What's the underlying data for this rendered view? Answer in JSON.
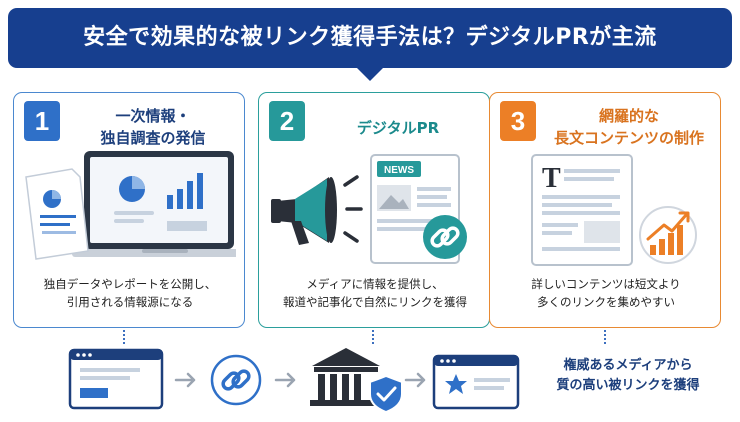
{
  "header": {
    "title": "安全で効果的な被リンク獲得手法は？デジタルPRが主流"
  },
  "cards": [
    {
      "number": "1",
      "title_line1": "一次情報・",
      "title_line2": "独自調査の発信",
      "desc_line1": "独自データやレポートを公開し、",
      "desc_line2": "引用される情報源になる",
      "accent": "#2f70c8"
    },
    {
      "number": "2",
      "title_line1": "デジタルPR",
      "badge": "NEWS",
      "desc_line1": "メディアに情報を提供し、",
      "desc_line2": "報道や記事化で自然にリンクを獲得",
      "accent": "#26999a"
    },
    {
      "number": "3",
      "title_line1": "網羅的な",
      "title_line2": "長文コンテンツの制作",
      "doc_letter": "T",
      "desc_line1": "詳しいコンテンツは短文より",
      "desc_line2": "多くのリンクを集めやすい",
      "accent": "#ec7f26"
    }
  ],
  "flow": {
    "result_line1": "権威あるメディアから",
    "result_line2": "質の高い被リンクを獲得"
  },
  "colors": {
    "navy": "#173f8f",
    "blue": "#2f70c8",
    "teal": "#26999a",
    "orange": "#ec7f26"
  }
}
